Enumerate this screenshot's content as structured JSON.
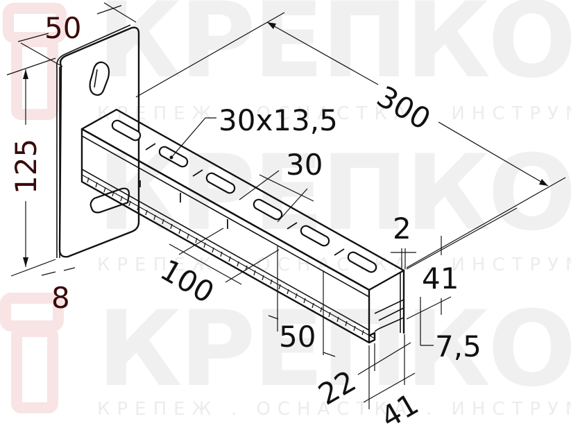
{
  "watermark": {
    "brand": "КРЕПКОМ",
    "tagline": "КРЕПЕЖ . ОСНАСТКА . ИНСТРУМЕНТ",
    "logo_icon": "bolt-icon",
    "logo_color": "#f7e6e6",
    "text_color": "#f0f0f0"
  },
  "drawing": {
    "subject": "wall console bracket with perforated C-channel",
    "line_color": "#111111"
  },
  "dimensions": {
    "plate_width": "50",
    "plate_height": "125",
    "plate_thickness": "8",
    "length": "300",
    "slot_size": "30x13,5",
    "slot_pitch": "30",
    "wall_thickness": "2",
    "profile_height": "41",
    "lip": "7,5",
    "lip_gap": "22",
    "profile_width": "41",
    "mark_spacing_100": "100",
    "mark_spacing_50": "50"
  }
}
